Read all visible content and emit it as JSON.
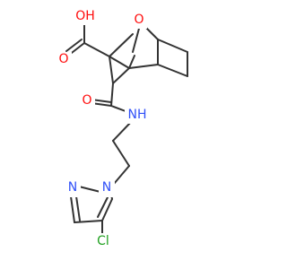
{
  "molecule": {
    "atoms": {
      "oh": "OH",
      "o_bridge": "O",
      "o_carbonyl": "O",
      "o_acid": "O",
      "nh": "NH",
      "n_pyr1": "N",
      "n_pyr2": "N",
      "cl": "Cl"
    },
    "colors": {
      "bond": "#333333",
      "oxygen": "#ff0d0d",
      "nitrogen": "#3050f8",
      "chlorine": "#1fa01f"
    }
  }
}
